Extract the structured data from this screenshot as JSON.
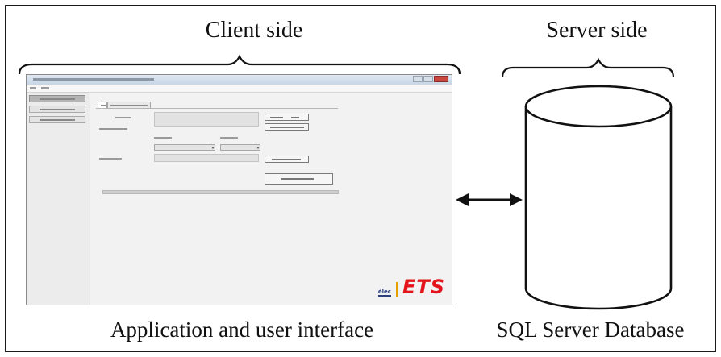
{
  "labels": {
    "client_side": "Client side",
    "server_side": "Server side",
    "app_caption": "Application and user interface",
    "db_caption": "SQL Server Database"
  },
  "app_window": {
    "logo_text": "ETS",
    "small_logo_text": "élec"
  },
  "colors": {
    "frame": "#1a1a1a",
    "logo_red": "#e3141b",
    "close_button": "#c9473f"
  },
  "connector": "bidirectional-arrow"
}
